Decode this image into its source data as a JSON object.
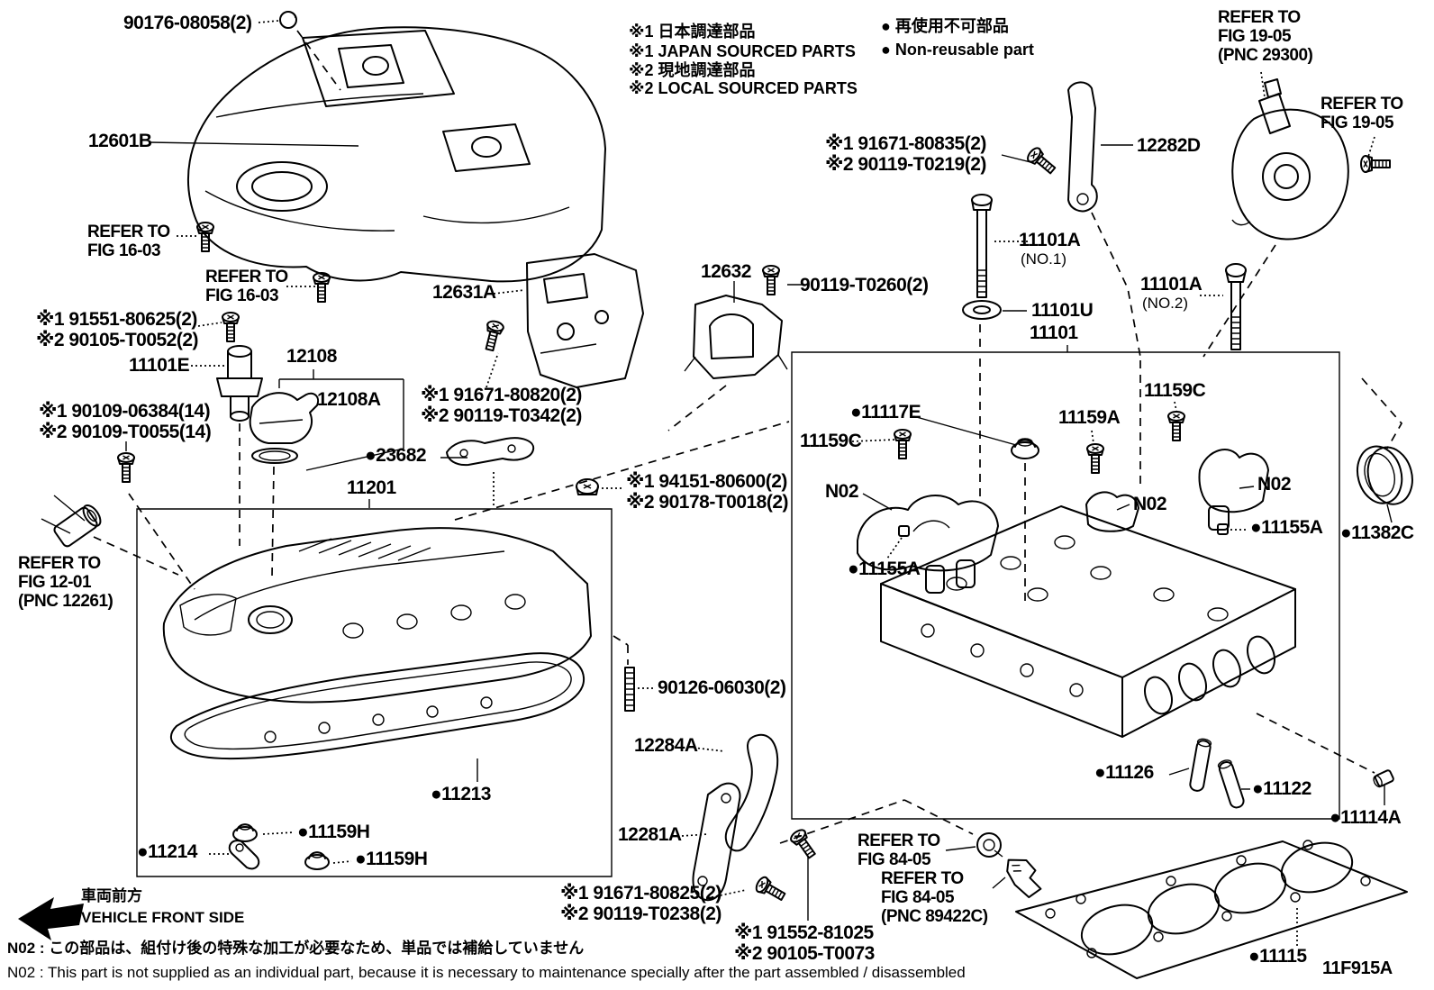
{
  "figure": {
    "code": "11F915A"
  },
  "legend": {
    "note1_jp": "※1  日本調達部品",
    "note1_en": "※1  JAPAN SOURCED PARTS",
    "note2_jp": "※2  現地調達部品",
    "note2_en": "※2  LOCAL SOURCED PARTS",
    "nonreusable_jp": "●  再使用不可部品",
    "nonreusable_en": "●  Non-reusable part"
  },
  "front_marker": {
    "jp": "車両前方",
    "en": "VEHICLE FRONT SIDE"
  },
  "footnotes": {
    "n02_jp": "N02 : この部品は、組付け後の特殊な加工が必要なため、単品では補給していません",
    "n02_en": "N02 : This part is not supplied as an individual part, because it is necessary to maintenance specially after the part assembled / disassembled"
  },
  "callouts": {
    "p90176": "90176-08058(2)",
    "p12601B": "12601B",
    "referFig1603a": "REFER TO\nFIG 16-03",
    "referFig1603b": "REFER TO\nFIG 16-03",
    "p12631A": "12631A",
    "referFig1905pnc": "REFER TO\nFIG 19-05\n(PNC 29300)",
    "referFig1905": "REFER TO\nFIG 19-05",
    "p91671_80835": "※1 91671-80835(2)\n※2 90119-T0219(2)",
    "p12282D": "12282D",
    "p11101A_no1": "11101A",
    "p11101A_no1_sub": "(NO.1)",
    "p12632": "12632",
    "p90119T0260": "90119-T0260(2)",
    "p11101U": "11101U",
    "p11101": "11101",
    "p11101A_no2": "11101A",
    "p11101A_no2_sub": "(NO.2)",
    "p11159C_tr": "11159C",
    "p91551": "※1 91551-80625(2)\n※2 90105-T0052(2)",
    "p11101E": "11101E",
    "p12108": "12108",
    "p12108A": "12108A",
    "p90109": "※1 90109-06384(14)\n※2 90109-T0055(14)",
    "referFig1201": "REFER TO\nFIG 12-01\n(PNC 12261)",
    "p91671_80820": "※1 91671-80820(2)\n※2 90119-T0342(2)",
    "p23682": "●23682",
    "p11201": "11201",
    "p94151": "※1 94151-80600(2)\n※2 90178-T0018(2)",
    "p11117E": "●11117E",
    "p11159C_l": "11159C",
    "p11159A": "11159A",
    "n02_l": "N02",
    "n02_m": "N02",
    "n02_r": "N02",
    "p11155A_l": "●11155A",
    "p11155A_r": "●11155A",
    "p11382C": "●11382C",
    "p90126": "90126-06030(2)",
    "p12284A": "12284A",
    "p12281A": "12281A",
    "p11126": "●11126",
    "p11122": "●11122",
    "p11114A": "●11114A",
    "p11213": "●11213",
    "p11159H_1": "●11159H",
    "p11214": "●11214",
    "p11159H_2": "●11159H",
    "p91671_80825": "※1 91671-80825(2)\n※2 90119-T0238(2)",
    "p91552": "※1 91552-81025\n※2 90105-T0073",
    "referFig8405a": "REFER TO\nFIG 84-05",
    "referFig8405b": "REFER TO\nFIG 84-05\n(PNC 89422C)",
    "p11115": "●11115"
  }
}
